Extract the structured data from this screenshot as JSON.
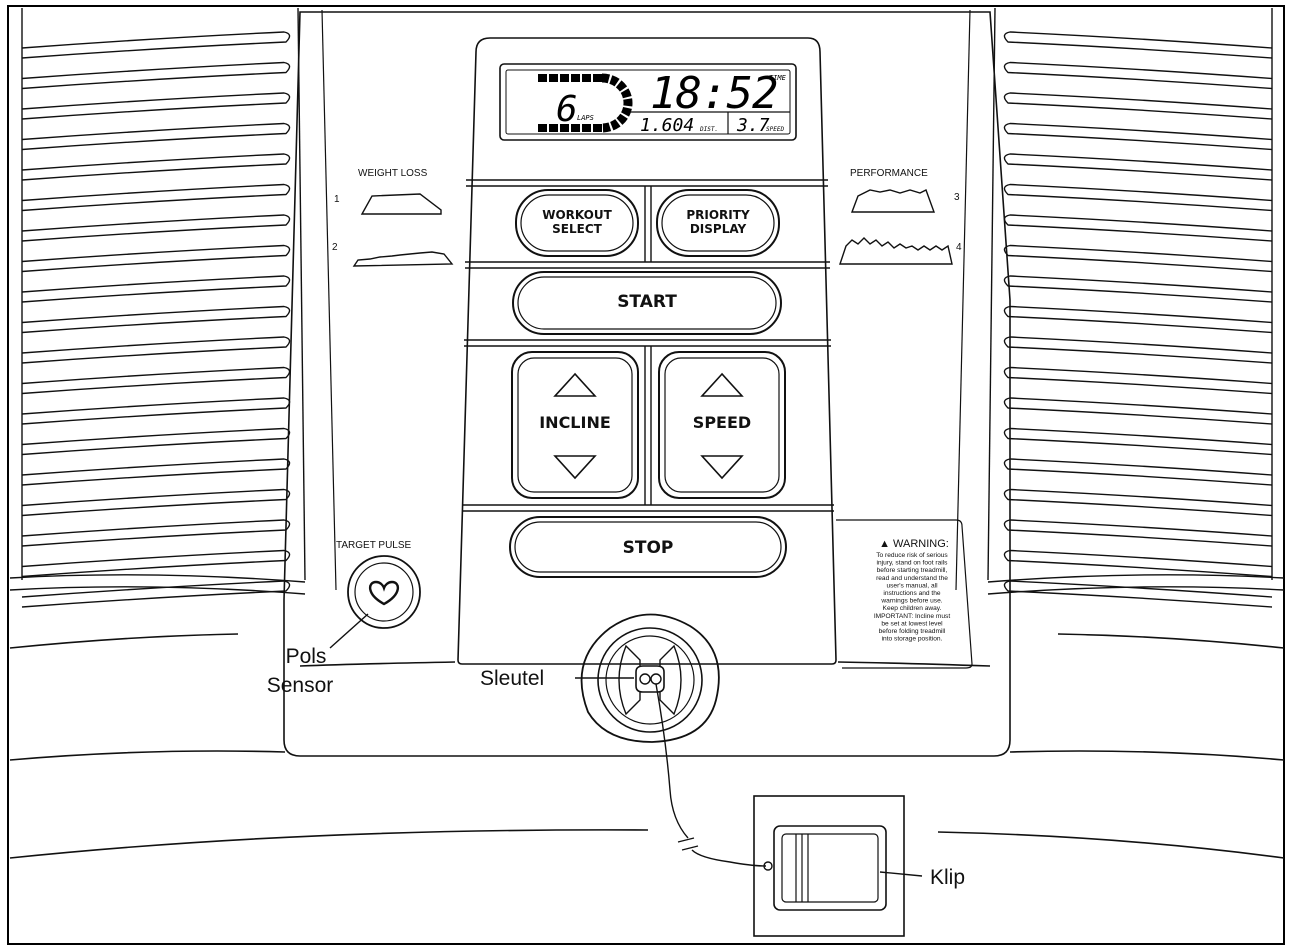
{
  "console": {
    "display": {
      "laps_value": "6",
      "laps_label": "LAPS",
      "time_value": "18:52",
      "time_label": "TIME",
      "distance_value": "1.604",
      "distance_label": "DIST.",
      "speed_value": "3.7",
      "speed_label": "SPEED"
    },
    "programs": {
      "weight_loss_title": "WEIGHT LOSS",
      "program_1": "1",
      "program_2": "2",
      "performance_title": "PERFORMANCE",
      "program_3": "3",
      "program_4": "4"
    },
    "buttons": {
      "workout_select_line1": "WORKOUT",
      "workout_select_line2": "SELECT",
      "priority_display_line1": "PRIORITY",
      "priority_display_line2": "DISPLAY",
      "start": "START",
      "incline": "INCLINE",
      "speed": "SPEED",
      "stop": "STOP"
    },
    "target_pulse_label": "TARGET PULSE",
    "warning": {
      "title": "▲ WARNING:",
      "lines": [
        "To reduce risk of serious",
        "injury, stand on foot rails",
        "before starting treadmill,",
        "read and understand the",
        "user's manual, all",
        "instructions and the",
        "warnings before use.",
        "Keep children away.",
        "IMPORTANT: Incline must",
        "be set at lowest level",
        "before folding treadmill",
        "into storage position."
      ]
    }
  },
  "callouts": {
    "pols_line1": "Pols",
    "pols_line2": "Sensor",
    "sleutel": "Sleutel",
    "klip": "Klip"
  }
}
